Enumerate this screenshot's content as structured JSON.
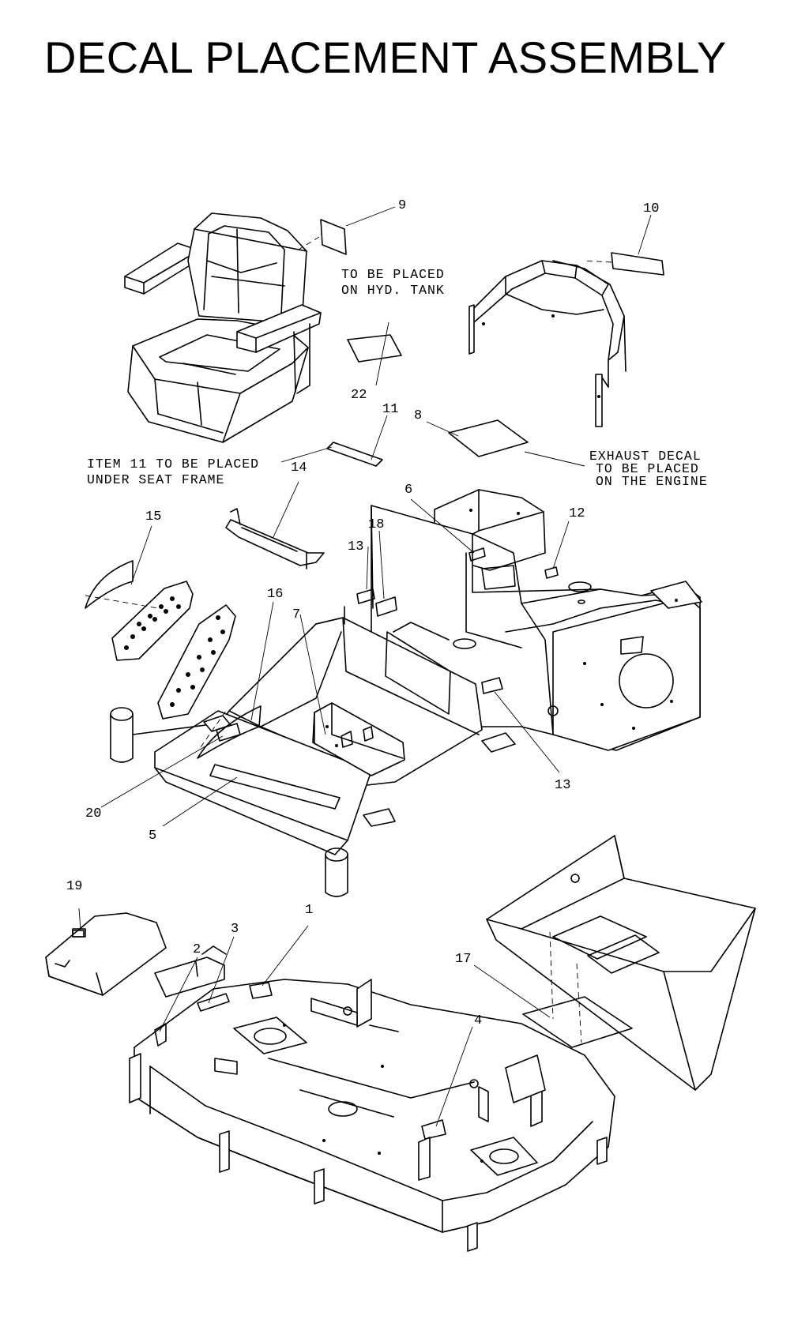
{
  "title": "DECAL PLACEMENT ASSEMBLY",
  "callouts": [
    {
      "id": "c1",
      "text": "1"
    },
    {
      "id": "c2",
      "text": "2"
    },
    {
      "id": "c3",
      "text": "3"
    },
    {
      "id": "c4",
      "text": "4"
    },
    {
      "id": "c5",
      "text": "5"
    },
    {
      "id": "c6",
      "text": "6"
    },
    {
      "id": "c7",
      "text": "7"
    },
    {
      "id": "c8",
      "text": "8"
    },
    {
      "id": "c9",
      "text": "9"
    },
    {
      "id": "c10",
      "text": "10"
    },
    {
      "id": "c11",
      "text": "11"
    },
    {
      "id": "c12",
      "text": "12"
    },
    {
      "id": "c13a",
      "text": "13"
    },
    {
      "id": "c13b",
      "text": "13"
    },
    {
      "id": "c14",
      "text": "14"
    },
    {
      "id": "c15",
      "text": "15"
    },
    {
      "id": "c16",
      "text": "16"
    },
    {
      "id": "c17",
      "text": "17"
    },
    {
      "id": "c18",
      "text": "18"
    },
    {
      "id": "c19",
      "text": "19"
    },
    {
      "id": "c20",
      "text": "20"
    },
    {
      "id": "c22",
      "text": "22"
    }
  ],
  "notes": {
    "hyd_tank": [
      "TO BE PLACED",
      "ON HYD. TANK"
    ],
    "item11": [
      "ITEM 11 TO BE PLACED",
      "UNDER SEAT FRAME"
    ],
    "exhaust": [
      "EXHAUST DECAL",
      "TO BE PLACED",
      "ON THE ENGINE"
    ]
  }
}
